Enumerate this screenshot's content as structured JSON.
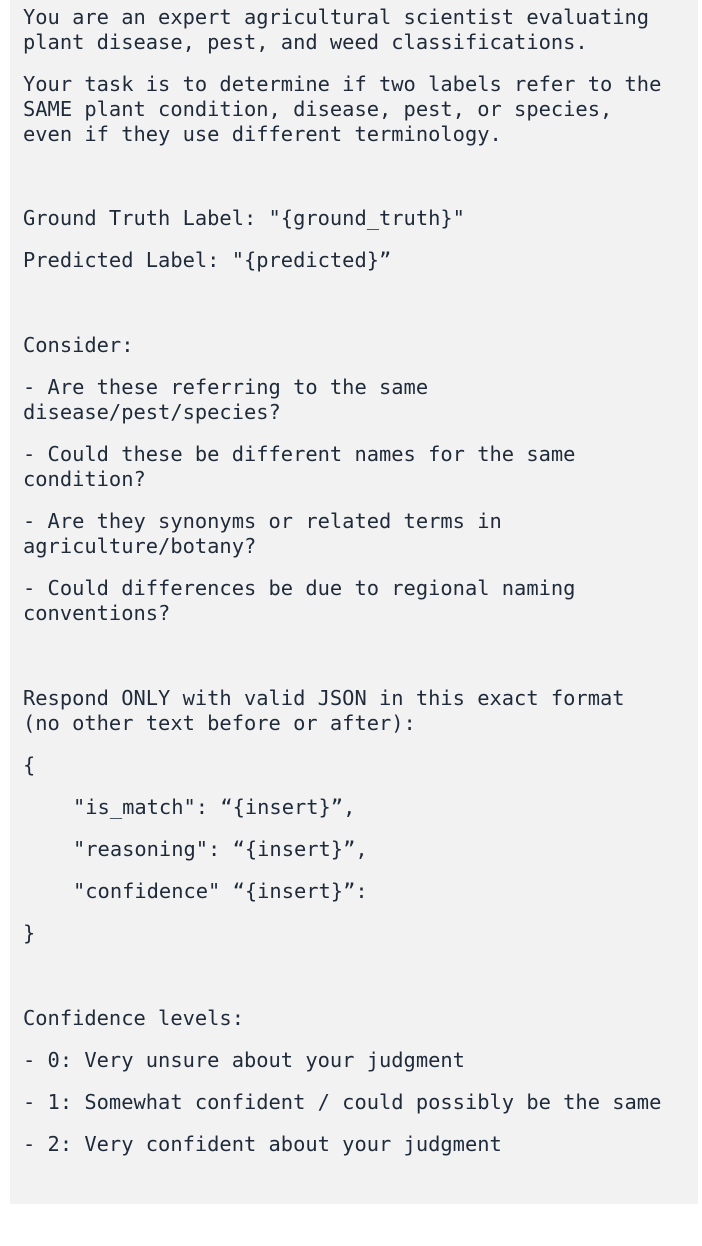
{
  "intro": {
    "line1": "You are an expert agricultural scientist evaluating",
    "line2": "plant disease, pest, and weed classifications."
  },
  "task": {
    "line1": "Your task is to determine if two labels refer to the",
    "line2": "SAME plant condition, disease, pest, or species,",
    "line3": "even if they use different terminology."
  },
  "labels": {
    "ground_truth": "Ground Truth Label: \"{ground_truth}\"",
    "predicted": "Predicted Label: \"{predicted}”"
  },
  "consider": {
    "heading": "Consider:",
    "q1_line1": "- Are these referring to the same",
    "q1_line2": "disease/pest/species?",
    "q2_line1": "- Could these be different names for the same",
    "q2_line2": "condition?",
    "q3_line1": "- Are they synonyms or related terms in",
    "q3_line2": "agriculture/botany?",
    "q4_line1": "- Could differences be due to regional naming",
    "q4_line2": "conventions?"
  },
  "respond": {
    "line1": "Respond ONLY with valid JSON in this exact format",
    "line2": "(no other text before or after):"
  },
  "json_format": {
    "open": "{",
    "is_match": "\"is_match\": “{insert}”,",
    "reasoning": "\"reasoning\": “{insert}”,",
    "confidence": "\"confidence\" “{insert}”:",
    "close": "}"
  },
  "confidence_levels": {
    "heading": "Confidence levels:",
    "level0": "- 0: Very unsure about your judgment",
    "level1": "- 1: Somewhat confident / could possibly be the same",
    "level2": "- 2: Very confident about your judgment"
  }
}
